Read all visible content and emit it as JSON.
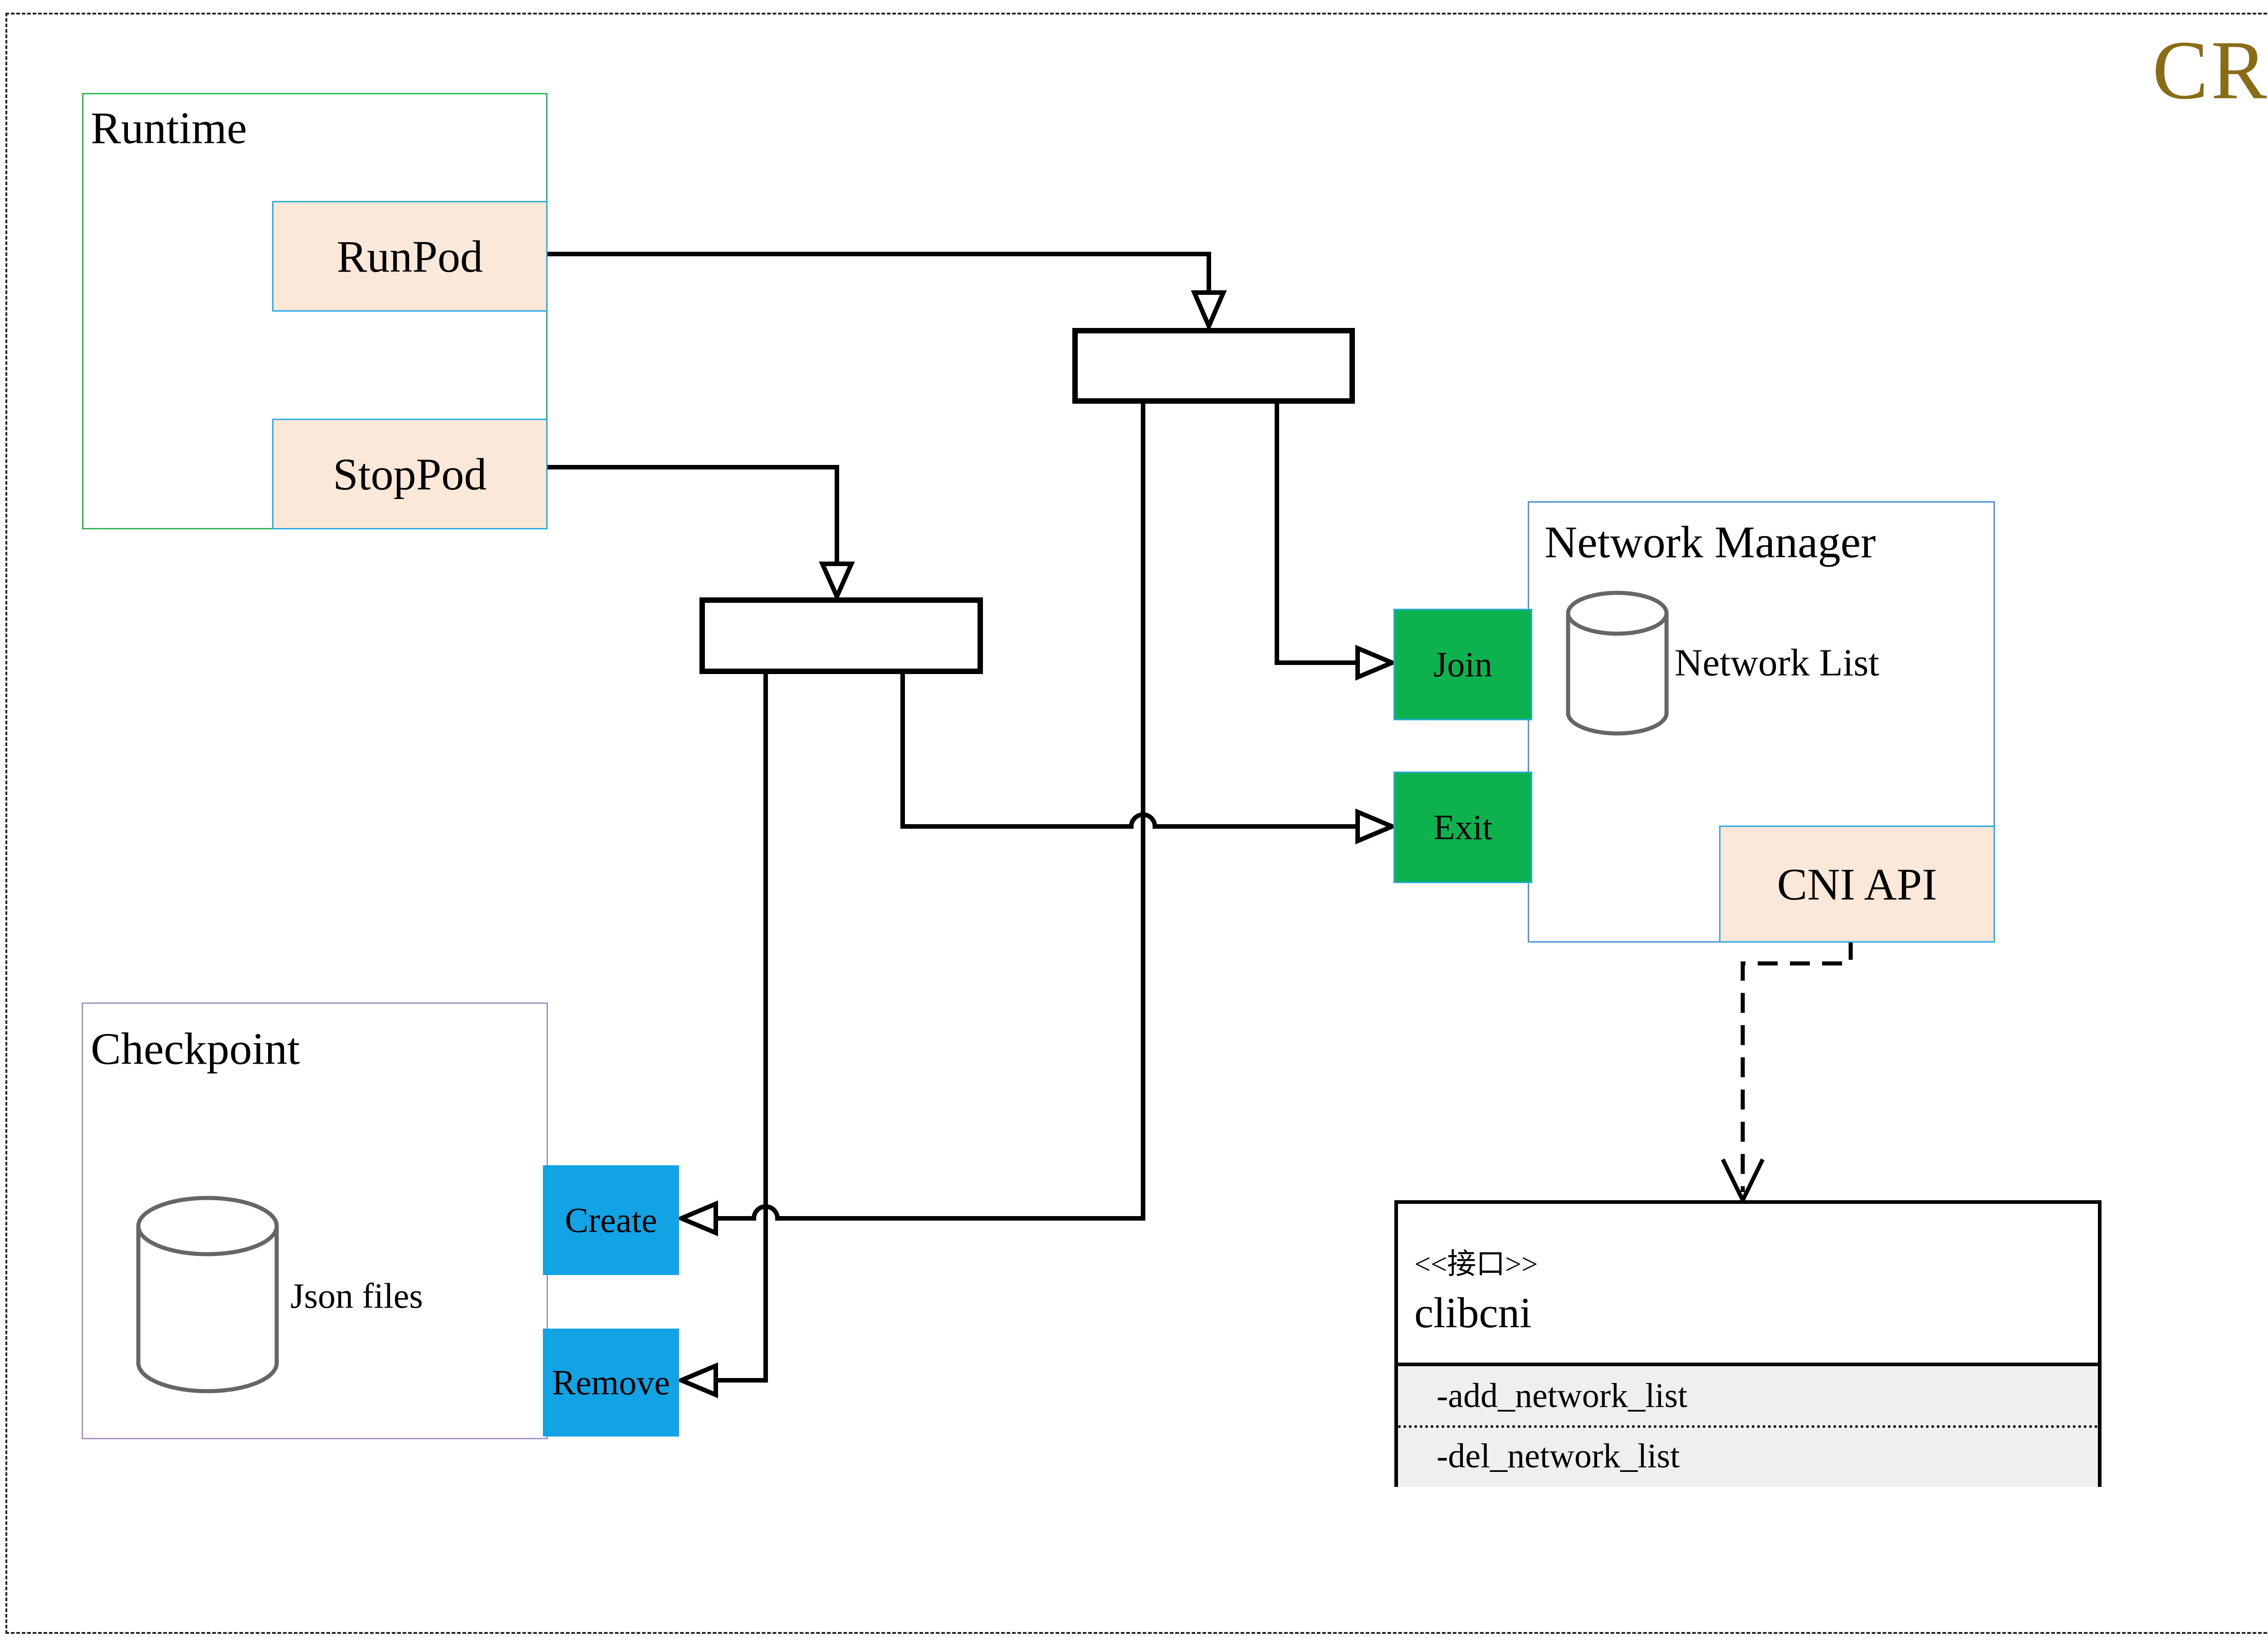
{
  "title": {
    "text": "CRI"
  },
  "runtime": {
    "label": "Runtime",
    "runpod": "RunPod",
    "stoppod": "StopPod"
  },
  "checkpoint": {
    "label": "Checkpoint",
    "datastore": "Json files",
    "create": "Create",
    "remove": "Remove"
  },
  "network_manager": {
    "label": "Network Manager",
    "datastore": "Network List",
    "join": "Join",
    "exit": "Exit",
    "cni_api": "CNI API"
  },
  "interface": {
    "stereotype": "<<接口>>",
    "name": "clibcni",
    "methods": [
      "-add_network_list",
      "-del_network_list"
    ]
  },
  "colors": {
    "cri": "#8A6B16",
    "runtime_border": "#2FB457",
    "checkpoint_border": "#A393C2",
    "network_manager_border": "#4A90D9",
    "action_fill": "#FCE8D9",
    "action_border": "#29ABE2",
    "green_fill": "#0DB14E",
    "blue_fill": "#12A3E4",
    "interface_section_fill": "#EFEFEF",
    "cylinder_stroke": "#666666",
    "connector": "#000000"
  }
}
